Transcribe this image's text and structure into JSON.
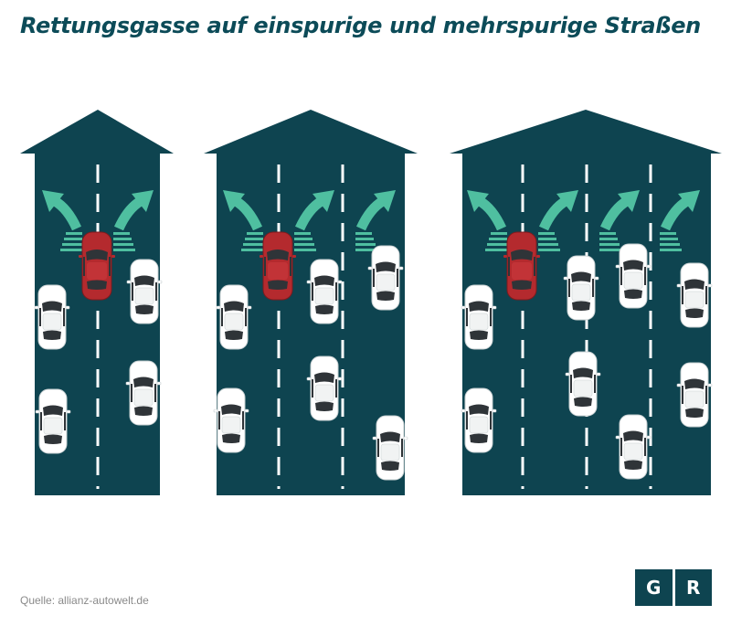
{
  "title": "Rettungsgasse auf einspurige und mehrspurige Straßen",
  "source": "Quelle: allianz-autowelt.de",
  "logo": {
    "letter_1": "G",
    "letter_2": "R"
  },
  "colors": {
    "road": "#0e4450",
    "title": "#0c4b58",
    "arrow": "#4fbfa0",
    "emergency_car": "#b42a2e",
    "regular_car": "#ffffff"
  },
  "roads": [
    {
      "name": "single-lane-road",
      "lanes": 2,
      "cars_swerving_to_form_gap": 2,
      "emergency_car": "red car",
      "emergency_car_lane": "between the lanes"
    },
    {
      "name": "three-lane-road",
      "lanes": 3,
      "cars_swerving_to_form_gap": 3,
      "emergency_car": "red car",
      "emergency_car_lane": "between left lane and middle lane"
    },
    {
      "name": "four-lane-road",
      "lanes": 4,
      "cars_swerving_to_form_gap": 4,
      "emergency_car": "red car",
      "emergency_car_lane": "between left lane and second lane"
    }
  ]
}
